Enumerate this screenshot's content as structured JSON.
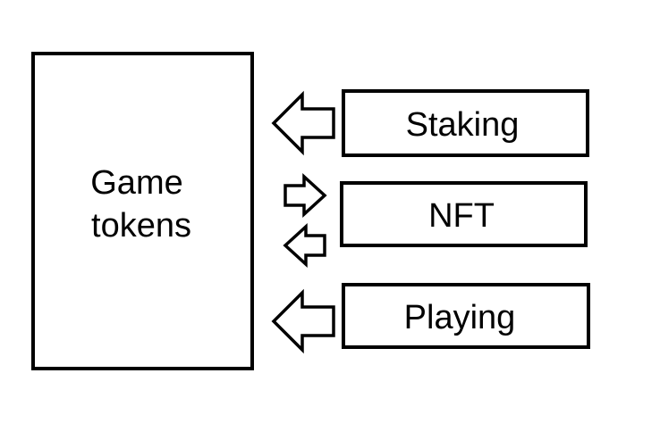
{
  "diagram": {
    "main_box": {
      "line1": "Game",
      "line2": "tokens"
    },
    "sources": [
      {
        "label": "Staking",
        "arrows": [
          "into-main"
        ]
      },
      {
        "label": "NFT",
        "arrows": [
          "out-of-main",
          "into-main"
        ]
      },
      {
        "label": "Playing",
        "arrows": [
          "into-main"
        ]
      }
    ]
  }
}
